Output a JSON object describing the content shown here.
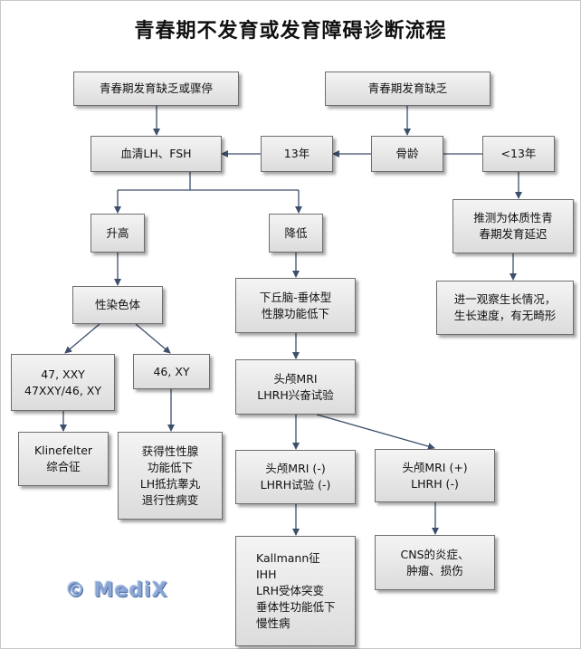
{
  "title": "青春期不发育或发育障碍诊断流程",
  "watermark": "© MediX",
  "colors": {
    "box_fill_top": "#f4f4f4",
    "box_fill_bottom": "#dcdcdc",
    "box_border": "#6e6e6e",
    "connector": "#3c4f6b",
    "logo": "#8aa6d4"
  },
  "nodes": {
    "delay_or_arrest": "青春期发育缺乏或骤停",
    "absent_puberty": "青春期发育缺乏",
    "serum_lh_fsh": "血清LH、FSH",
    "bone_age_13": "13年",
    "bone_age": "骨龄",
    "bone_age_lt13": "<13年",
    "constitutional_delay": "推测为体质性青\n春期发育延迟",
    "observe_growth": "进一观察生长情况，\n生长速度，有无畸形",
    "elevated": "升高",
    "decreased": "降低",
    "hypothalamic_pituitary": "下丘脑-垂体型\n性腺功能低下",
    "karyotype": "性染色体",
    "karyotype_47xxy": "47, XXY\n47XXY/46, XY",
    "karyotype_46xy": "46, XY",
    "head_mri_lhrh": "头颅MRI\nLHRH兴奋试验",
    "klinefelter": "Klinefelter\n综合征",
    "acquired_hypogonadism": "获得性性腺\n功能低下\nLH抵抗睾丸\n退行性病变",
    "mri_negative": "头颅MRI (-)\nLHRH试验 (-)",
    "mri_positive": "头颅MRI (+)\nLHRH (-)",
    "kallmann": "Kallmann征\nIHH\nLRH受体突变\n垂体性功能低下\n慢性病",
    "cns": "CNS的炎症、\n肿瘤、损伤"
  }
}
